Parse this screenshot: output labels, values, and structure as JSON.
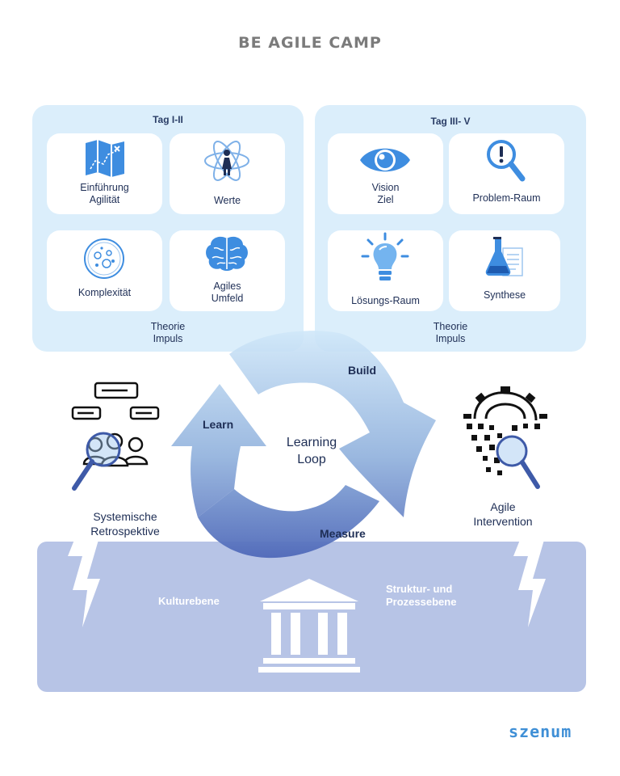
{
  "title": "BE AGILE CAMP",
  "left_panel": {
    "heading": "Tag I-II",
    "cards": [
      {
        "label": "Einführung\nAgilität",
        "icon": "map-icon"
      },
      {
        "label": "Werte",
        "icon": "atom-person-icon"
      },
      {
        "label": "Komplexität",
        "icon": "cell-icon"
      },
      {
        "label": "Agiles\nUmfeld",
        "icon": "brain-icon"
      }
    ],
    "footer": "Theorie\nImpuls"
  },
  "right_panel": {
    "heading": "Tag III- V",
    "cards": [
      {
        "label": "Vision\nZiel",
        "icon": "eye-icon"
      },
      {
        "label": "Problem-Raum",
        "icon": "magnifier-exclamation-icon"
      },
      {
        "label": "Lösungs-Raum",
        "icon": "lightbulb-icon"
      },
      {
        "label": "Synthese",
        "icon": "flask-document-icon"
      }
    ],
    "footer": "Theorie\nImpuls"
  },
  "loop": {
    "center": "Learning\nLoop",
    "build": "Build",
    "learn": "Learn",
    "measure": "Measure"
  },
  "left_side": {
    "label": "Systemische\nRetrospektive",
    "icon": "team-search-icon"
  },
  "right_side": {
    "label": "Agile\nIntervention",
    "icon": "gear-search-icon"
  },
  "bottom": {
    "left_label": "Kulturebene",
    "right_label": "Struktur- und\nProzessebene",
    "icon": "institution-icon"
  },
  "brand": "szenum",
  "colors": {
    "panel_bg": "#dbeefb",
    "icon_blue": "#3e8de0",
    "text_navy": "#1e2e55",
    "bottom_bg": "#b7c4e6",
    "loop_top": "#cde7fa",
    "loop_bottom": "#4d66b8",
    "brand": "#3f8fd6"
  }
}
